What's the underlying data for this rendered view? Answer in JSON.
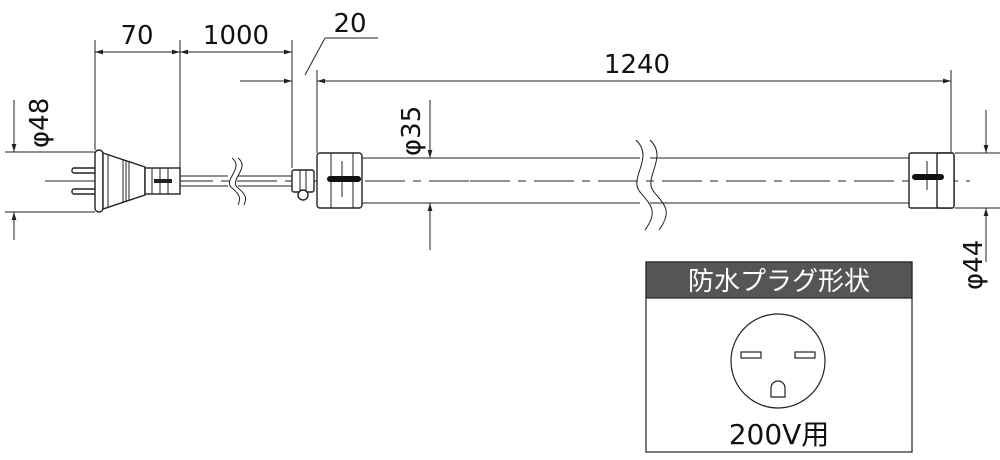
{
  "dimensions": {
    "plug_length": "70",
    "cord_length": "1000",
    "connector_length": "20",
    "tube_length": "1240",
    "plug_diameter": "φ48",
    "tube_diameter": "φ35",
    "end_cap_diameter": "φ44"
  },
  "plug_shape_panel": {
    "title": "防水プラグ形状",
    "caption": "200V用",
    "header_color": "#555555"
  }
}
